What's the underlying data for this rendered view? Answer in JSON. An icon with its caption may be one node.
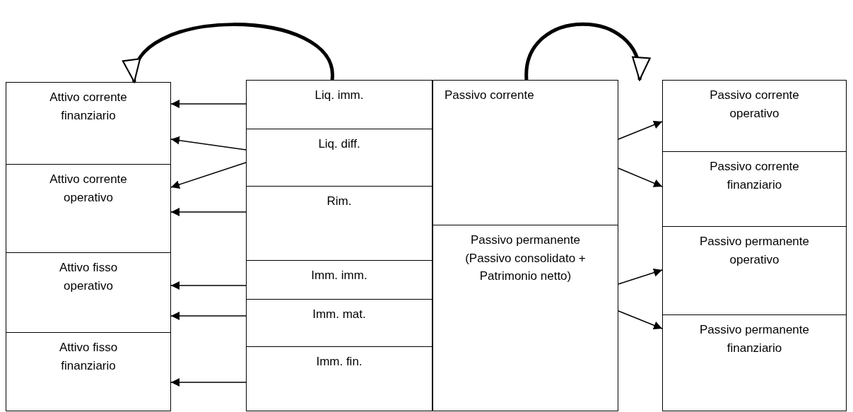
{
  "diagram": {
    "nodes": [
      {
        "text": [
          "Attivo corrente finanziario"
        ]
      },
      {
        "text": [
          "Attivo corrente operativo"
        ]
      },
      {
        "text": [
          "Attivo fisso operativo"
        ]
      },
      {
        "text": [
          "Attivo fisso finanziario"
        ]
      },
      {
        "text": [
          "Liq. imm."
        ]
      },
      {
        "text": [
          "Liq. diff."
        ]
      },
      {
        "text": [
          "Rim."
        ]
      },
      {
        "text": [
          "Imm. imm."
        ]
      },
      {
        "text": [
          "Imm. mat."
        ]
      },
      {
        "text": [
          "Imm. fin."
        ]
      },
      {
        "text": [
          "Passivo corrente"
        ]
      },
      {
        "text": [
          "Passivo permanente (Passivo consolidato + Patrimonio netto)"
        ]
      },
      {
        "text": [
          "Passivo corrente operativo"
        ]
      },
      {
        "text": [
          "Passivo corrente finanziario"
        ]
      },
      {
        "text": [
          "Passivo permanente operativo"
        ]
      },
      {
        "text": [
          "Passivo permanente finanziario"
        ]
      }
    ],
    "edges": [
      {
        "from": 4,
        "to": 0,
        "arrow": "to",
        "style": "thick"
      },
      {
        "from": 10,
        "to": 12,
        "arrow": "to",
        "style": "thick"
      },
      {
        "from": 4,
        "to": 0,
        "arrow": "to"
      },
      {
        "from": 5,
        "to": 0,
        "arrow": "to"
      },
      {
        "from": 5,
        "to": 1,
        "arrow": "to"
      },
      {
        "from": 6,
        "to": 1,
        "arrow": "to"
      },
      {
        "from": 7,
        "to": 2,
        "arrow": "to"
      },
      {
        "from": 8,
        "to": 2,
        "arrow": "to"
      },
      {
        "from": 9,
        "to": 3,
        "arrow": "to"
      },
      {
        "from": 10,
        "to": 12,
        "arrow": "to"
      },
      {
        "from": 10,
        "to": 13,
        "arrow": "to"
      },
      {
        "from": 11,
        "to": 14,
        "arrow": "to"
      },
      {
        "from": 11,
        "to": 15,
        "arrow": "to"
      }
    ]
  }
}
